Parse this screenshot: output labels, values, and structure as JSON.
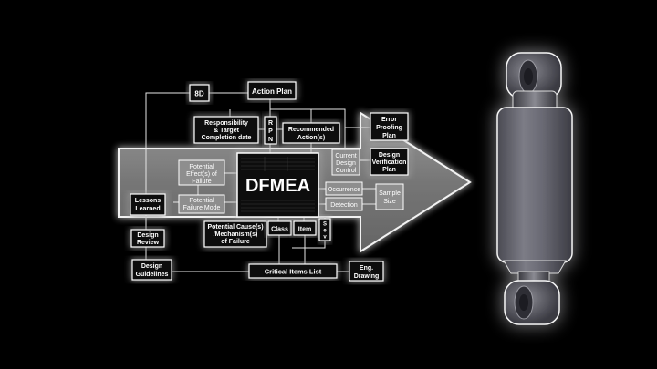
{
  "diagram": {
    "center": "DFMEA",
    "nodes": {
      "eight_d": "8D",
      "action_plan": "Action Plan",
      "responsibility": [
        "Responsibility",
        "& Target",
        "Completion date"
      ],
      "rpn": [
        "R",
        "P",
        "N"
      ],
      "recommended": [
        "Recommended",
        "Action(s)"
      ],
      "error_proofing": [
        "Error",
        "Proofing",
        "Plan"
      ],
      "current_design": [
        "Current",
        "Design",
        "Control"
      ],
      "design_verification": [
        "Design",
        "Verification",
        "Plan"
      ],
      "potential_effects": [
        "Potential",
        "Effect(s) of",
        "Failure"
      ],
      "potential_failure": [
        "Potential",
        "Failure Mode"
      ],
      "lessons_learned": [
        "Lessons",
        "Learned"
      ],
      "occurrence": "Occurrence",
      "detection": "Detection",
      "sample_size": [
        "Sample",
        "Size"
      ],
      "potential_cause": [
        "Potential Cause(s)",
        "/Mechanism(s)",
        "of Failure"
      ],
      "class_label": "Class",
      "item_label": "Item",
      "sev": [
        "S",
        "e",
        "v"
      ],
      "design_review": [
        "Design",
        "Review"
      ],
      "design_guidelines": [
        "Design",
        "Guidelines"
      ],
      "critical_items": "Critical Items List",
      "eng_drawing": [
        "Eng.",
        "Drawing"
      ]
    }
  },
  "colors": {
    "background": "#000000",
    "arrow_fill": "#8a8a8a",
    "box_dark": "#111111",
    "box_light": "#9a9a9a",
    "glow": "#ffffff",
    "part": "#6a6a72"
  }
}
